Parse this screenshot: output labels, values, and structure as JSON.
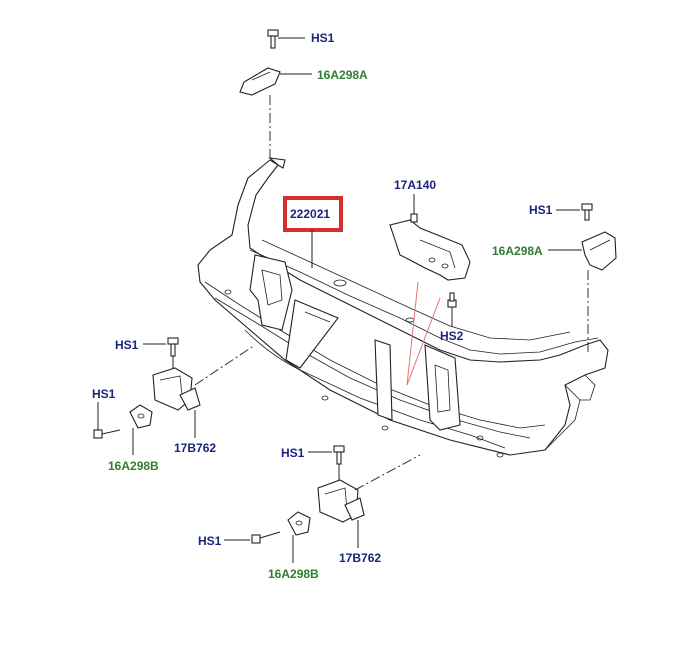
{
  "labels": {
    "hs1_top": "HS1",
    "p16a298a_top": "16A298A",
    "p222021": "222021",
    "p17a140": "17A140",
    "hs1_right": "HS1",
    "p16a298a_right": "16A298A",
    "hs2": "HS2",
    "hs1_left_upper": "HS1",
    "hs1_left_lower": "HS1",
    "p17b762_left": "17B762",
    "p16a298b_left": "16A298B",
    "hs1_bottom_upper": "HS1",
    "hs1_bottom_lower": "HS1",
    "p17b762_bottom": "17B762",
    "p16a298b_bottom": "16A298B"
  },
  "colors": {
    "label_blue": "#1a237e",
    "label_green": "#2e7d32",
    "highlight_red": "#d32f2f",
    "pointer_red": "#e57373"
  }
}
